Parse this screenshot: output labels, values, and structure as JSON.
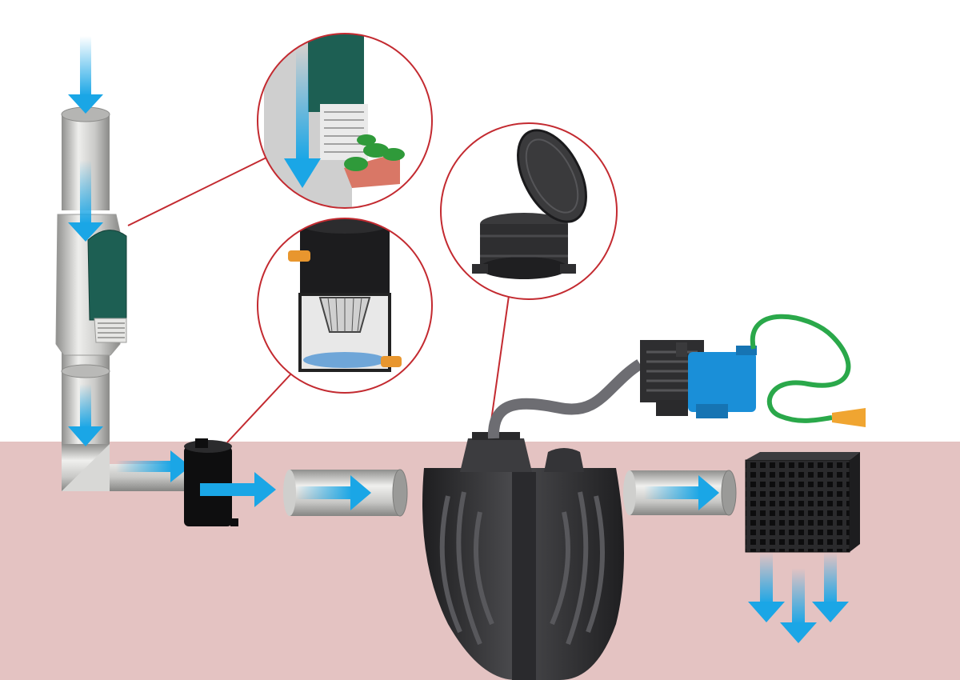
{
  "title": "",
  "colors": {
    "background": "#ffffff",
    "ground": "#e4c3c2",
    "flow_arrow": "#1aa6e6",
    "callout_ring": "#c32a30",
    "pipe_light": "#dcdcda",
    "pipe_dark": "#9c9c9a",
    "downspout_filter_cover": "#1d5f53",
    "tank": "#3a3a3c",
    "pump_body": "#1a8fd8",
    "hose": "#2aa84a",
    "nozzle": "#f0a531",
    "inlet_connector": "#e8962e",
    "infiltration_block": "#2a2a2c"
  },
  "components": [
    {
      "id": "downspout",
      "name": "downspout-pipe"
    },
    {
      "id": "downspout-filter",
      "name": "downspout-leaf-filter"
    },
    {
      "id": "elbow",
      "name": "pipe-elbow"
    },
    {
      "id": "fine-filter",
      "name": "underground-fine-filter"
    },
    {
      "id": "inflow-pipe",
      "name": "inflow-pipe"
    },
    {
      "id": "storage-tank",
      "name": "underground-storage-tank"
    },
    {
      "id": "tank-cover",
      "name": "tank-manhole-cover"
    },
    {
      "id": "garden-pump",
      "name": "garden-pump"
    },
    {
      "id": "garden-hose",
      "name": "garden-hose-with-nozzle"
    },
    {
      "id": "overflow-pipe",
      "name": "overflow-pipe"
    },
    {
      "id": "soakaway-block",
      "name": "infiltration-soakaway-block"
    }
  ],
  "callouts": [
    {
      "id": "filter-detail",
      "shows": "downspout-filter-leaves-separated"
    },
    {
      "id": "fine-filter-detail",
      "shows": "fine-filter-basket-cutaway"
    },
    {
      "id": "tank-cover-detail",
      "shows": "tank-manhole-cover-open"
    }
  ],
  "flow": {
    "direction": [
      "downspout",
      "downspout-filter",
      "elbow",
      "fine-filter",
      "inflow-pipe",
      "storage-tank",
      "overflow-pipe",
      "soakaway-block",
      "ground"
    ]
  }
}
